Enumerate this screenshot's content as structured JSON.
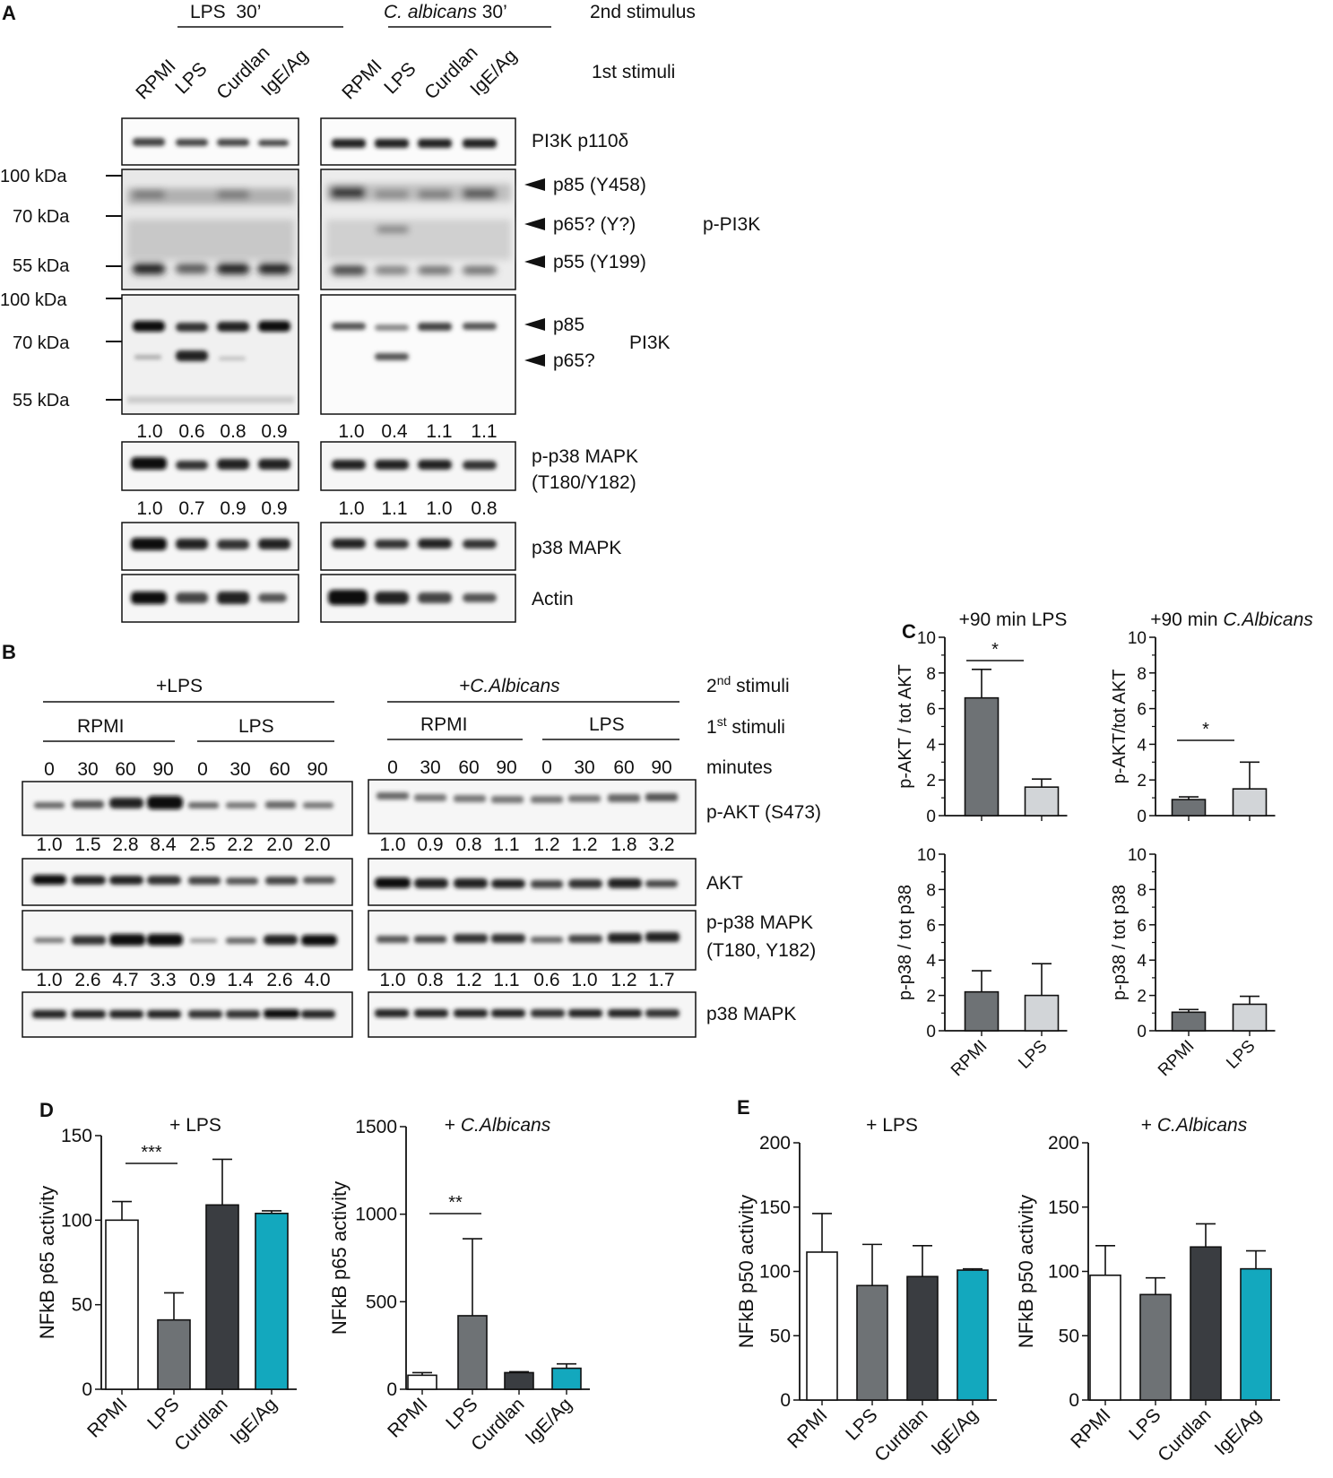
{
  "panel_letters": {
    "A": "A",
    "B": "B",
    "C": "C",
    "D": "D",
    "E": "E"
  },
  "panelA": {
    "groups": [
      {
        "label": "LPS  30’",
        "italic": false
      },
      {
        "label_italic": "C. albicans",
        "label_rest": " 30’"
      }
    ],
    "second_stimulus": "2nd stimulus",
    "first_stimuli": "1st stimuli",
    "lanes": [
      "RPMI",
      "LPS",
      "Curdlan",
      "IgE/Ag"
    ],
    "mw_markers": [
      "100 kDa",
      "70 kDa",
      "55 kDa",
      "100 kDa",
      "70 kDa",
      "55 kDa"
    ],
    "blot_labels": {
      "p110": "PI3K p110δ",
      "p85y": "p85 (Y458)",
      "p65y": "p65? (Y?)",
      "p55y": "p55 (Y199)",
      "p_pi3k": "p-PI3K",
      "p85": "p85",
      "p65": "p65?",
      "pi3k": "PI3K",
      "pp38_1": "p-p38 MAPK",
      "pp38_2": "(T180/Y182)",
      "p38": "p38 MAPK",
      "actin": "Actin"
    },
    "quant_row1": [
      "1.0",
      "0.6",
      "0.8",
      "0.9",
      "1.0",
      "0.4",
      "1.1",
      "1.1"
    ],
    "quant_row2": [
      "1.0",
      "0.7",
      "0.9",
      "0.9",
      "1.0",
      "1.1",
      "1.0",
      "0.8"
    ]
  },
  "panelB": {
    "group1": "+LPS",
    "group2": "+C.Albicans",
    "second_stimuli": "stimuli",
    "second_sup": "nd",
    "second_num": "2",
    "first_stimuli": "stimuli",
    "first_sup": "st",
    "first_num": "1",
    "sub_left": "RPMI",
    "sub_right": "LPS",
    "minutes_label": "minutes",
    "minutes": [
      "0",
      "30",
      "60",
      "90",
      "0",
      "30",
      "60",
      "90",
      "0",
      "30",
      "60",
      "90",
      "0",
      "30",
      "60",
      "90"
    ],
    "labels": {
      "pakt": "p-AKT (S473)",
      "akt": "AKT",
      "pp38_1": "p-p38 MAPK",
      "pp38_2": "(T180, Y182)",
      "p38": "p38 MAPK"
    },
    "quant_akt": [
      "1.0",
      "1.5",
      "2.8",
      "8.4",
      "2.5",
      "2.2",
      "2.0",
      "2.0",
      "1.0",
      "0.9",
      "0.8",
      "1.1",
      "1.2",
      "1.2",
      "1.8",
      "3.2"
    ],
    "quant_p38": [
      "1.0",
      "2.6",
      "4.7",
      "3.3",
      "0.9",
      "1.4",
      "2.6",
      "4.0",
      "1.0",
      "0.8",
      "1.2",
      "1.1",
      "0.6",
      "1.0",
      "1.2",
      "1.7"
    ]
  },
  "colors": {
    "white": "#ffffff",
    "darkgray": "#6e7275",
    "lightgray": "#d2d5d8",
    "charcoal": "#3a3d41",
    "teal": "#13a8be"
  },
  "chart_data": [
    {
      "id": "C1",
      "type": "bar",
      "title": "+90 min LPS",
      "ylabel": "p-AKT / tot AKT",
      "categories": [
        "RPMI",
        "LPS"
      ],
      "values": [
        6.6,
        1.6
      ],
      "errors": [
        1.6,
        0.45
      ],
      "ylim": [
        0,
        10
      ],
      "yticks": [
        "0",
        "2",
        "4",
        "6",
        "8",
        "10"
      ],
      "sig": "*"
    },
    {
      "id": "C2",
      "type": "bar",
      "title_pre": "+90 min ",
      "title_italic": "C.Albicans",
      "ylabel": "p-AKT/tot AKT",
      "categories": [
        "RPMI",
        "LPS"
      ],
      "values": [
        0.9,
        1.5
      ],
      "errors": [
        0.15,
        1.5
      ],
      "ylim": [
        0,
        10
      ],
      "yticks": [
        "0",
        "2",
        "4",
        "6",
        "8",
        "10"
      ],
      "sig": "*"
    },
    {
      "id": "C3",
      "type": "bar",
      "ylabel": "p-p38 / tot p38",
      "categories": [
        "RPMI",
        "LPS"
      ],
      "values": [
        2.2,
        2.0
      ],
      "errors": [
        1.2,
        1.8
      ],
      "ylim": [
        0,
        10
      ],
      "yticks": [
        "0",
        "2",
        "4",
        "6",
        "8",
        "10"
      ]
    },
    {
      "id": "C4",
      "type": "bar",
      "ylabel": "p-p38 / tot p38",
      "categories": [
        "RPMI",
        "LPS"
      ],
      "values": [
        1.05,
        1.5
      ],
      "errors": [
        0.15,
        0.45
      ],
      "ylim": [
        0,
        10
      ],
      "yticks": [
        "0",
        "2",
        "4",
        "6",
        "8",
        "10"
      ]
    },
    {
      "id": "D1",
      "type": "bar",
      "title": "+ LPS",
      "ylabel": "NFkB p65 activity",
      "categories": [
        "RPMI",
        "LPS",
        "Curdlan",
        "IgE/Ag"
      ],
      "values": [
        100,
        41,
        109,
        104
      ],
      "errors": [
        11,
        16,
        27,
        1.5
      ],
      "ylim": [
        0,
        150
      ],
      "yticks": [
        "0",
        "50",
        "100",
        "150"
      ],
      "sig": "***"
    },
    {
      "id": "D2",
      "type": "bar",
      "title_pre": "+ ",
      "title_italic": "C.Albicans",
      "ylabel": "NFkB p65 activity",
      "categories": [
        "RPMI",
        "LPS",
        "Curdlan",
        "IgE/Ag"
      ],
      "values": [
        80,
        420,
        95,
        120
      ],
      "errors": [
        15,
        440,
        5,
        25
      ],
      "ylim": [
        0,
        1500
      ],
      "yticks": [
        "0",
        "500",
        "1000",
        "1500"
      ],
      "sig": "**"
    },
    {
      "id": "E1",
      "type": "bar",
      "title": "+ LPS",
      "ylabel": "NFkB p50 activity",
      "categories": [
        "RPMI",
        "LPS",
        "Curdlan",
        "IgE/Ag"
      ],
      "values": [
        115,
        89,
        96,
        101
      ],
      "errors": [
        30,
        32,
        24,
        1
      ],
      "ylim": [
        0,
        200
      ],
      "yticks": [
        "0",
        "50",
        "100",
        "150",
        "200"
      ]
    },
    {
      "id": "E2",
      "type": "bar",
      "title_pre": "+ ",
      "title_italic": "C.Albicans",
      "ylabel": "NFkB p50 activity",
      "categories": [
        "RPMI",
        "LPS",
        "Curdlan",
        "IgE/Ag"
      ],
      "values": [
        97,
        82,
        119,
        102
      ],
      "errors": [
        23,
        13,
        18,
        14
      ],
      "ylim": [
        0,
        200
      ],
      "yticks": [
        "0",
        "50",
        "100",
        "150",
        "200"
      ]
    }
  ]
}
